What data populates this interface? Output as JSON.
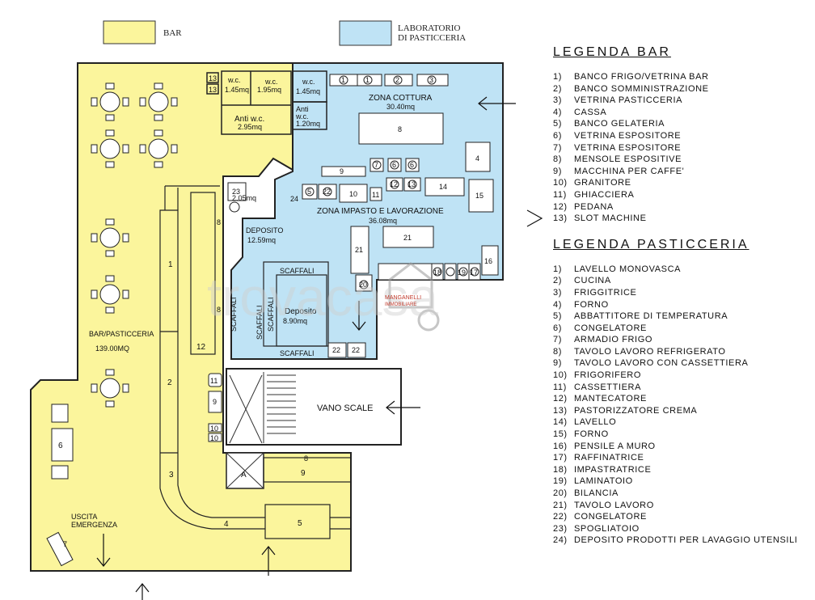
{
  "key": {
    "bar": {
      "label": "BAR",
      "color": "#fbf59c"
    },
    "lab": {
      "label_line1": "LABORATORIO",
      "label_line2": "DI PASTICCERIA",
      "color": "#bfe3f5"
    }
  },
  "rooms": {
    "wc1": {
      "name": "w.c.",
      "area": "1.45mq"
    },
    "wc2": {
      "name": "w.c.",
      "area": "1.95mq"
    },
    "wc3": {
      "name": "w.c.",
      "area": "1.45mq"
    },
    "anti_wc1": {
      "name": "Anti w.c.",
      "area": "2.95mq"
    },
    "anti_wc2": {
      "name_line1": "Anti",
      "name_line2": "w.c.",
      "area": "1.20mq"
    },
    "zona_cottura": {
      "name": "ZONA COTTURA",
      "area": "30.40mq"
    },
    "zona_impasto": {
      "name": "ZONA IMPASTO E LAVORAZIONE",
      "area": "36.08mq"
    },
    "spogliatoio": {
      "area": "2.05mq"
    },
    "deposito1": {
      "name": "DEPOSITO",
      "area": "12.59mq"
    },
    "deposito2": {
      "name": "Deposito",
      "area": "8.90mq"
    },
    "bar_pasticceria": {
      "name": "BAR/PASTICCERIA",
      "area": "139.00MQ"
    },
    "vano_scale": {
      "name": "VANO SCALE"
    },
    "uscita": {
      "line1": "USCITA",
      "line2": "EMERGENZA"
    }
  },
  "scaffali": "SCAFFALI",
  "scaffali_vertical": "SCAFFALI",
  "watermark": {
    "brand_line1": "MANGANELLI",
    "brand_line2": "IMMOBILIARE",
    "text": "trovacasa"
  },
  "legend_bar": {
    "title": "LEGENDA BAR",
    "items": [
      {
        "n": "1)",
        "t": "BANCO FRIGO/VETRINA BAR"
      },
      {
        "n": "2)",
        "t": "BANCO SOMMINISTRAZIONE"
      },
      {
        "n": "3)",
        "t": "VETRINA PASTICCERIA"
      },
      {
        "n": "4)",
        "t": "CASSA"
      },
      {
        "n": "5)",
        "t": "BANCO GELATERIA"
      },
      {
        "n": "6)",
        "t": "VETRINA ESPOSITORE"
      },
      {
        "n": "7)",
        "t": "VETRINA ESPOSITORE"
      },
      {
        "n": "8)",
        "t": "MENSOLE ESPOSITIVE"
      },
      {
        "n": "9)",
        "t": "MACCHINA PER CAFFE'"
      },
      {
        "n": "10)",
        "t": "GRANITORE"
      },
      {
        "n": "11)",
        "t": "GHIACCIERA"
      },
      {
        "n": "12)",
        "t": "PEDANA"
      },
      {
        "n": "13)",
        "t": "SLOT MACHINE"
      }
    ]
  },
  "legend_pasticceria": {
    "title": "LEGENDA PASTICCERIA",
    "items": [
      {
        "n": "1)",
        "t": "LAVELLO MONOVASCA"
      },
      {
        "n": "2)",
        "t": "CUCINA"
      },
      {
        "n": "3)",
        "t": "FRIGGITRICE"
      },
      {
        "n": "4)",
        "t": "FORNO"
      },
      {
        "n": "5)",
        "t": "ABBATTITORE DI TEMPERATURA"
      },
      {
        "n": "6)",
        "t": "CONGELATORE"
      },
      {
        "n": "7)",
        "t": "ARMADIO FRIGO"
      },
      {
        "n": "8)",
        "t": "TAVOLO LAVORO REFRIGERATO"
      },
      {
        "n": "9)",
        "t": "TAVOLO LAVORO CON CASSETTIERA"
      },
      {
        "n": "10)",
        "t": "FRIGORIFERO"
      },
      {
        "n": "11)",
        "t": "CASSETTIERA"
      },
      {
        "n": "12)",
        "t": "MANTECATORE"
      },
      {
        "n": "13)",
        "t": "PASTORIZZATORE CREMA"
      },
      {
        "n": "14)",
        "t": "LAVELLO"
      },
      {
        "n": "15)",
        "t": "FORNO"
      },
      {
        "n": "16)",
        "t": "PENSILE A MURO"
      },
      {
        "n": "17)",
        "t": "RAFFINATRICE"
      },
      {
        "n": "18)",
        "t": "IMPASTRATRICE"
      },
      {
        "n": "19)",
        "t": "LAMINATOIO"
      },
      {
        "n": "20)",
        "t": "BILANCIA"
      },
      {
        "n": "21)",
        "t": "TAVOLO LAVORO"
      },
      {
        "n": "22)",
        "t": "CONGELATORE"
      },
      {
        "n": "23)",
        "t": "SPOGLIATOIO"
      },
      {
        "n": "24)",
        "t": "DEPOSITO PRODOTTI PER LAVAGGIO UTENSILI"
      }
    ]
  },
  "marks": {
    "bar_1": "1",
    "bar_2": "2",
    "bar_3": "3",
    "bar_4": "4",
    "bar_5": "5",
    "bar_6": "6",
    "bar_7": "7",
    "bar_8a": "8",
    "bar_8b": "8",
    "bar_8c": "8",
    "bar_9a": "9",
    "bar_9b": "9",
    "bar_10a": "10",
    "bar_10b": "10",
    "bar_11": "11",
    "bar_12": "12",
    "bar_13a": "13",
    "bar_13b": "13",
    "p1a": "1",
    "p1b": "1",
    "p2": "2",
    "p3": "3",
    "p4": "4",
    "p5": "5",
    "p6a": "6",
    "p6b": "6",
    "p7": "7",
    "p8": "8",
    "p9": "9",
    "p10": "10",
    "p11": "11",
    "p12": "12",
    "p13": "13",
    "p14": "14",
    "p15": "15",
    "p16": "16",
    "p17": "17",
    "p18": "18",
    "p19": "19",
    "p20": "20",
    "p21a": "21",
    "p21b": "21",
    "p22a": "22",
    "p22b": "22",
    "p22c": "22",
    "p23": "23",
    "p24": "24",
    "stair_a": "A"
  }
}
